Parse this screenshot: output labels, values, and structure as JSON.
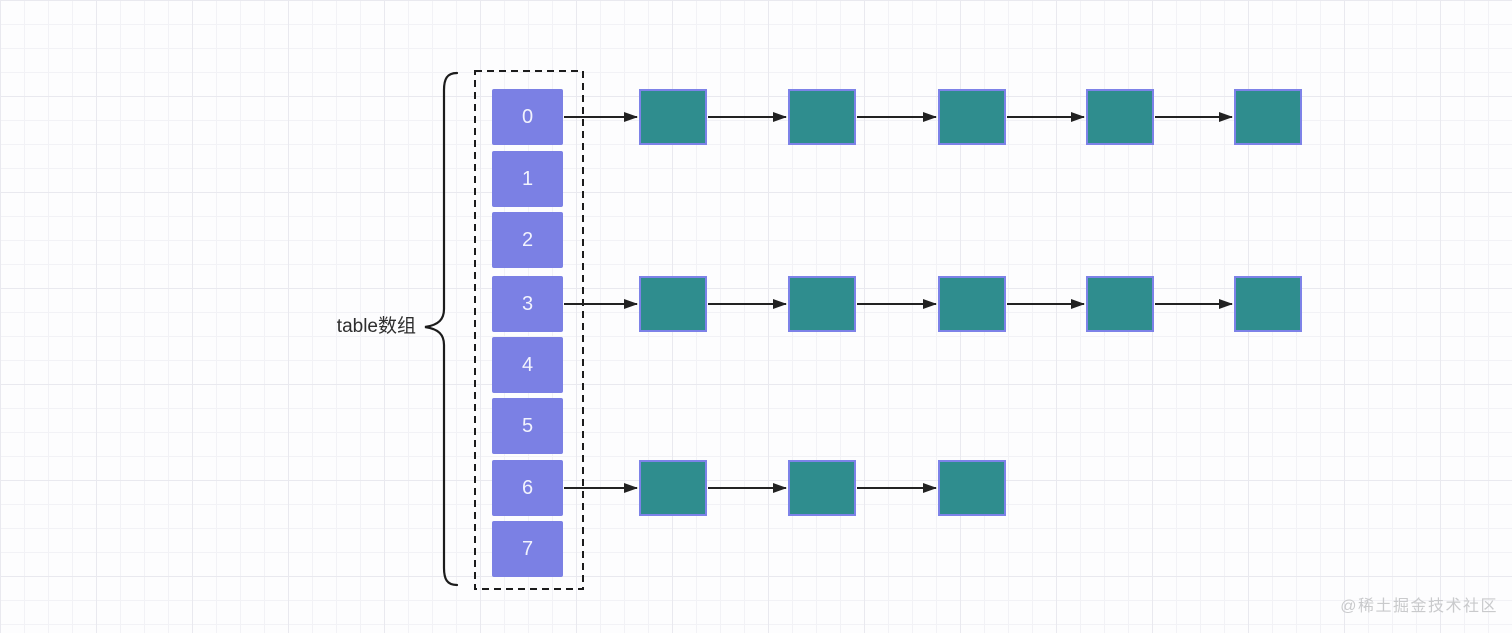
{
  "diagram": {
    "title_label": "table数组",
    "array_cells": [
      "0",
      "1",
      "2",
      "3",
      "4",
      "5",
      "6",
      "7"
    ],
    "chains": [
      {
        "from_cell": "0",
        "cell_index": 0,
        "node_count": 5
      },
      {
        "from_cell": "3",
        "cell_index": 3,
        "node_count": 5
      },
      {
        "from_cell": "6",
        "cell_index": 6,
        "node_count": 3
      }
    ],
    "colors": {
      "cell_fill": "#7b80e4",
      "cell_text": "#f2f3fd",
      "node_fill": "#2f8d8e",
      "node_border": "#7d82e8",
      "arrow": "#222222",
      "dashed_border": "#1c1c1c",
      "brace": "#1c1c1c",
      "label_text": "#2e2e2e",
      "watermark_text": "#c9cacc"
    }
  },
  "watermark": "@稀土掘金技术社区"
}
